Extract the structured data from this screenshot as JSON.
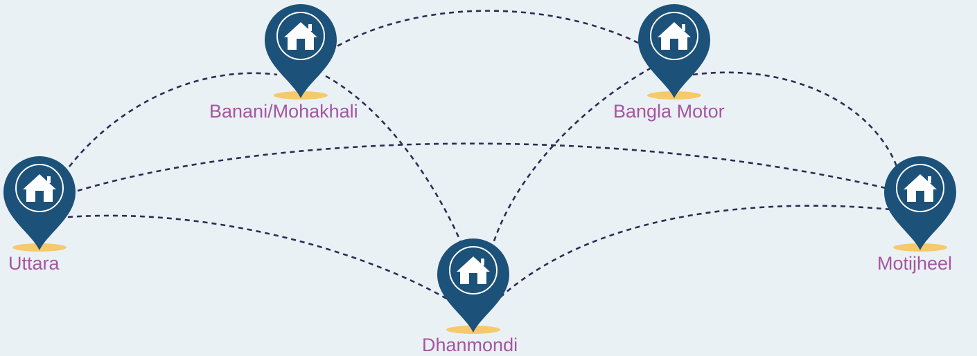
{
  "locations": {
    "banani": {
      "name": "Banani/Mohakhali",
      "icon": "home-location-pin-icon"
    },
    "bangla_motor": {
      "name": "Bangla Motor",
      "icon": "home-location-pin-icon"
    },
    "uttara": {
      "name": "Uttara",
      "icon": "home-location-pin-icon"
    },
    "motijheel": {
      "name": "Motijheel",
      "icon": "home-location-pin-icon"
    },
    "dhanmondi": {
      "name": "Dhanmondi",
      "icon": "home-location-pin-icon"
    }
  },
  "connections": [
    [
      "uttara",
      "banani"
    ],
    [
      "banani",
      "bangla_motor"
    ],
    [
      "banani",
      "dhanmondi"
    ],
    [
      "bangla_motor",
      "dhanmondi"
    ],
    [
      "bangla_motor",
      "motijheel"
    ],
    [
      "uttara",
      "motijheel"
    ],
    [
      "uttara",
      "dhanmondi"
    ],
    [
      "dhanmondi",
      "motijheel"
    ]
  ],
  "colors": {
    "background": "#eaf1f5",
    "pin": "#1c5279",
    "pin_shadow": "#f6c96a",
    "route": "#2a2d52",
    "label": "#a556a0"
  }
}
